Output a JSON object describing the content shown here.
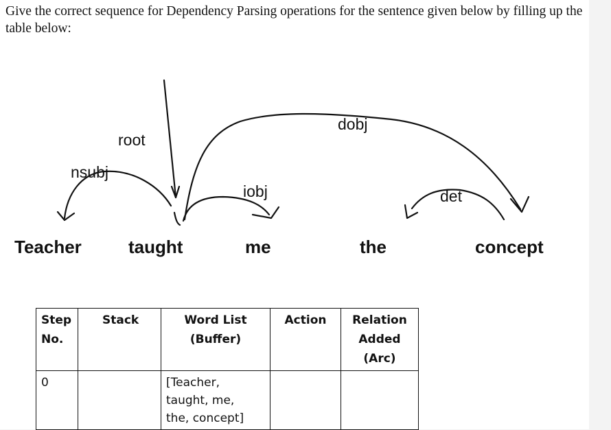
{
  "question": "Give the correct sequence for Dependency Parsing operations for the sentence given below by filling up the table below:",
  "diagram": {
    "words": [
      "Teacher",
      "taught",
      "me",
      "the",
      "concept"
    ],
    "relations": {
      "root": "root",
      "nsubj": "nsubj",
      "iobj": "iobj",
      "dobj": "dobj",
      "det": "det"
    }
  },
  "table": {
    "headers": [
      [
        "Step",
        "No."
      ],
      [
        "Stack"
      ],
      [
        "Word List",
        "(Buffer)"
      ],
      [
        "Action"
      ],
      [
        "Relation",
        "Added",
        "(Arc)"
      ]
    ],
    "rows": [
      {
        "step": "0",
        "stack": "",
        "buffer": [
          "[Teacher,",
          "taught, me,",
          "the, concept]"
        ],
        "action": "",
        "relation": ""
      }
    ]
  }
}
